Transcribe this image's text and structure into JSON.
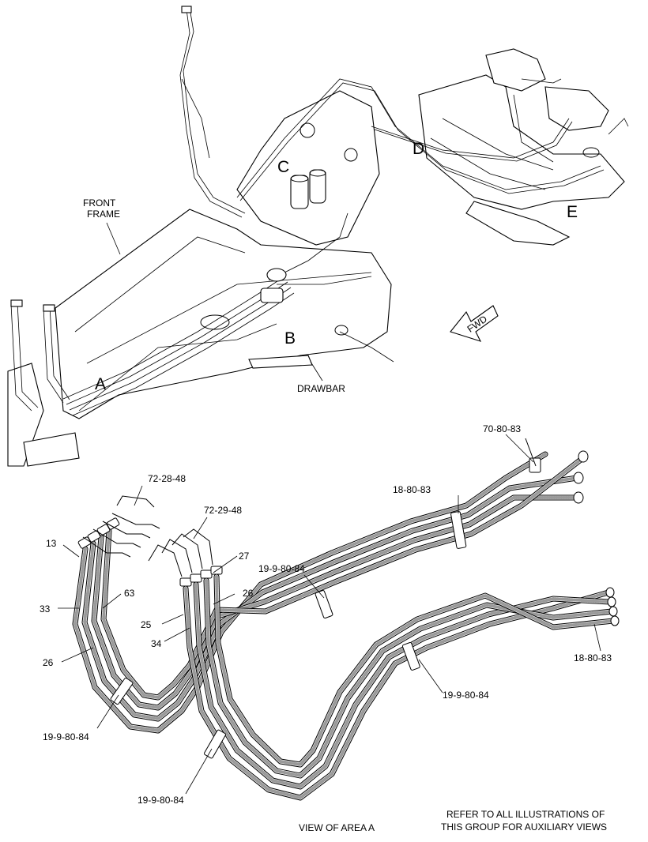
{
  "overview": {
    "front_frame_label": "FRONT\nFRAME",
    "drawbar_label": "DRAWBAR",
    "fwd_label": "FWD",
    "area_labels": [
      "A",
      "B",
      "C",
      "D",
      "E"
    ]
  },
  "detail": {
    "callouts": [
      {
        "id": "c-72-28-48",
        "text": "72-28-48"
      },
      {
        "id": "c-72-29-48",
        "text": "72-29-48"
      },
      {
        "id": "c-13",
        "text": "13"
      },
      {
        "id": "c-27",
        "text": "27"
      },
      {
        "id": "c-63",
        "text": "63"
      },
      {
        "id": "c-26a",
        "text": "26"
      },
      {
        "id": "c-33",
        "text": "33"
      },
      {
        "id": "c-25",
        "text": "25"
      },
      {
        "id": "c-34",
        "text": "34"
      },
      {
        "id": "c-26b",
        "text": "26"
      },
      {
        "id": "c-19-a",
        "text": "19-9-80-84"
      },
      {
        "id": "c-19-b",
        "text": "19-9-80-84"
      },
      {
        "id": "c-19-c",
        "text": "19-9-80-84"
      },
      {
        "id": "c-19-d",
        "text": "19-9-80-84"
      },
      {
        "id": "c-18-a",
        "text": "18-80-83"
      },
      {
        "id": "c-18-b",
        "text": "18-80-83"
      },
      {
        "id": "c-70",
        "text": "70-80-83"
      }
    ],
    "view_label": "VIEW OF AREA  A"
  },
  "footer": {
    "note_line1": "REFER TO ALL ILLUSTRATIONS OF",
    "note_line2": "THIS GROUP FOR AUXILIARY VIEWS"
  }
}
